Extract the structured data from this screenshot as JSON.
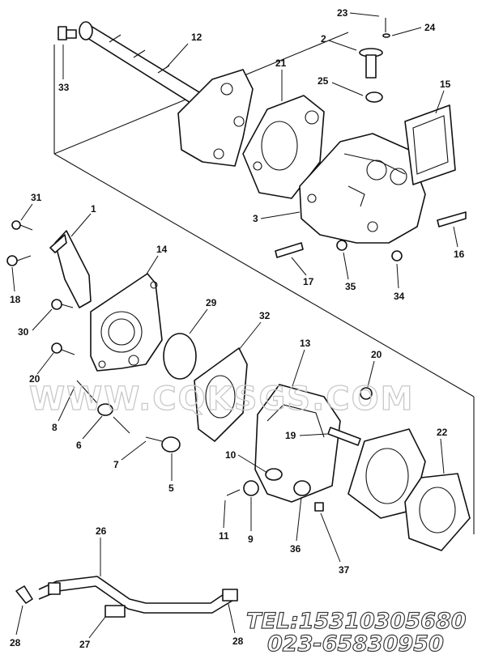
{
  "callouts": {
    "c12": "12",
    "c33": "33",
    "c21": "21",
    "c23": "23",
    "c24": "24",
    "c2": "2",
    "c25": "25",
    "c15": "15",
    "c3": "3",
    "c16": "16",
    "c17": "17",
    "c35": "35",
    "c34": "34",
    "c31": "31",
    "c1": "1",
    "c14": "14",
    "c18": "18",
    "c30": "30",
    "c29": "29",
    "c32": "32",
    "c13": "13",
    "c20a": "20",
    "c20b": "20",
    "c8": "8",
    "c6": "6",
    "c7": "7",
    "c5": "5",
    "c19": "19",
    "c22": "22",
    "c10": "10",
    "c11": "11",
    "c9": "9",
    "c36": "36",
    "c37": "37",
    "c26": "26",
    "c28a": "28",
    "c27": "27",
    "c28b": "28"
  },
  "watermark": "WWW.CQKSGS.COM",
  "contact": {
    "phone": "TEL:15310305680",
    "phone2": "023-65830950"
  }
}
